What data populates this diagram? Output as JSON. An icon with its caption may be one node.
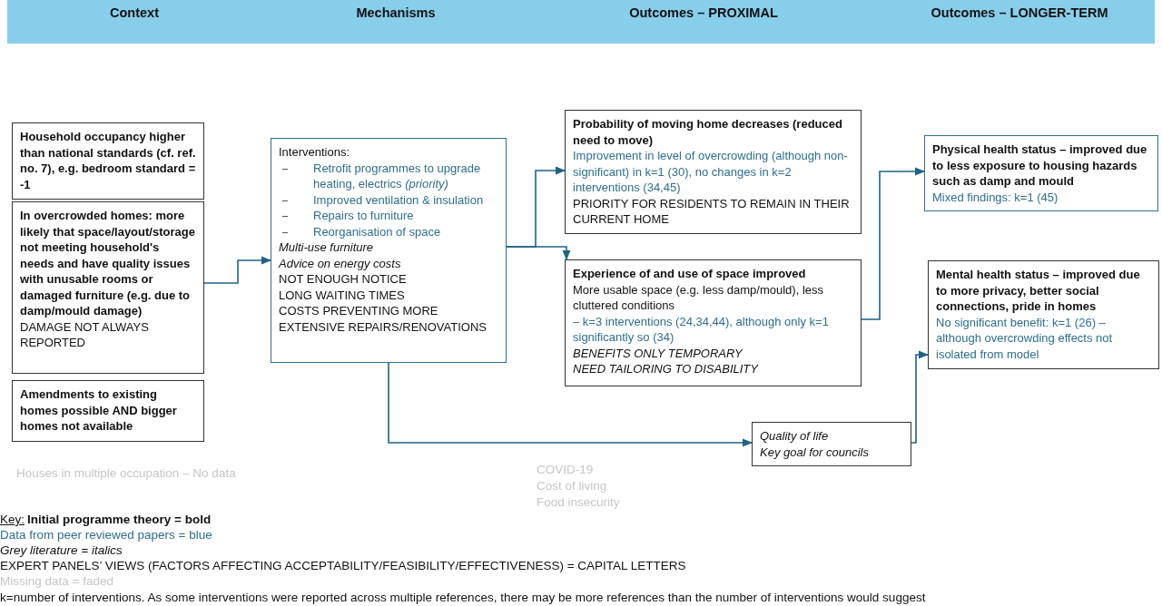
{
  "diagram": {
    "nodes": [
      {
        "text": [
          "Household occupancy higher than national standards (cf. ref. no. 7), e.g. bedroom standard = -1"
        ]
      },
      {
        "text": [
          "In overcrowded homes: more likely that space/layout/storage not meeting household's needs and have quality issues with unusable rooms or damaged furniture (e.g. due to damp/mould damage)",
          "DAMAGE NOT ALWAYS REPORTED"
        ]
      },
      {
        "text": [
          "Amendments to existing homes possible AND bigger homes not available"
        ]
      },
      {
        "text": [
          "Interventions:",
          "Retrofit programmes to upgrade heating, electrics *(priority)*",
          "Improved ventilation & insulation",
          "Repairs to furniture",
          "Reorganisation of space",
          "Multi-use furniture",
          "Advice on energy costs",
          "NOT ENOUGH NOTICE",
          "LONG WAITING TIMES",
          "COSTS PREVENTING MORE EXTENSIVE REPAIRS/RENOVATIONS"
        ]
      },
      {
        "text": [
          "Probability of moving home decreases (reduced need to move)",
          "Improvement in level of overcrowding (although non-significant) in k=1 (30), no changes in k=2 interventions (34,45)",
          "PRIORITY FOR RESIDENTS TO REMAIN IN THEIR CURRENT HOME"
        ]
      },
      {
        "text": [
          "Experience of and use of space improved",
          "More usable space (e.g. less damp/mould), less cluttered conditions",
          "– k=3 interventions (24,34,44), although only k=1 significantly so (34)",
          "BENEFITS ONLY TEMPORARY",
          "NEED TAILORING TO DISABILITY"
        ]
      },
      {
        "text": [
          "Physical health status – improved due to less exposure to housing hazards such as damp and mould",
          "Mixed findings: k=1 (45)"
        ]
      },
      {
        "text": [
          "Mental health status – improved due to more privacy, better social connections, pride in homes",
          "No significant benefit: k=1 (26) – although overcrowding effects not isolated from model"
        ]
      },
      {
        "text": [
          "Quality of life",
          "Key goal for councils"
        ]
      }
    ],
    "edges": [
      {
        "from": 1,
        "to": 3,
        "arrow": "to"
      },
      {
        "from": 3,
        "to": 4,
        "arrow": "to"
      },
      {
        "from": 3,
        "to": 5,
        "arrow": "to"
      },
      {
        "from": 5,
        "to": 6,
        "arrow": "to"
      },
      {
        "from": 3,
        "to": 8,
        "arrow": "to"
      },
      {
        "from": 8,
        "to": 7,
        "arrow": "to"
      }
    ],
    "labels": [
      "Context",
      "Mechanisms",
      "Outcomes – PROXIMAL",
      "Outcomes – LONGER-TERM",
      "Houses in multiple occupation – No data",
      "COVID-19",
      "Cost of living",
      "Food insecurity",
      "Key:",
      "Initial programme theory = bold",
      "Data from peer reviewed papers = blue",
      "Grey literature = italics",
      "EXPERT PANELS’ VIEWS (FACTORS AFFECTING ACCEPTABILITY/FEASIBILITY/EFFECTIVENESS) = CAPITAL LETTERS",
      "Missing data = faded",
      "k=number of interventions. As some interventions were reported across multiple references, there may be more references than the number of interventions would suggest"
    ]
  }
}
